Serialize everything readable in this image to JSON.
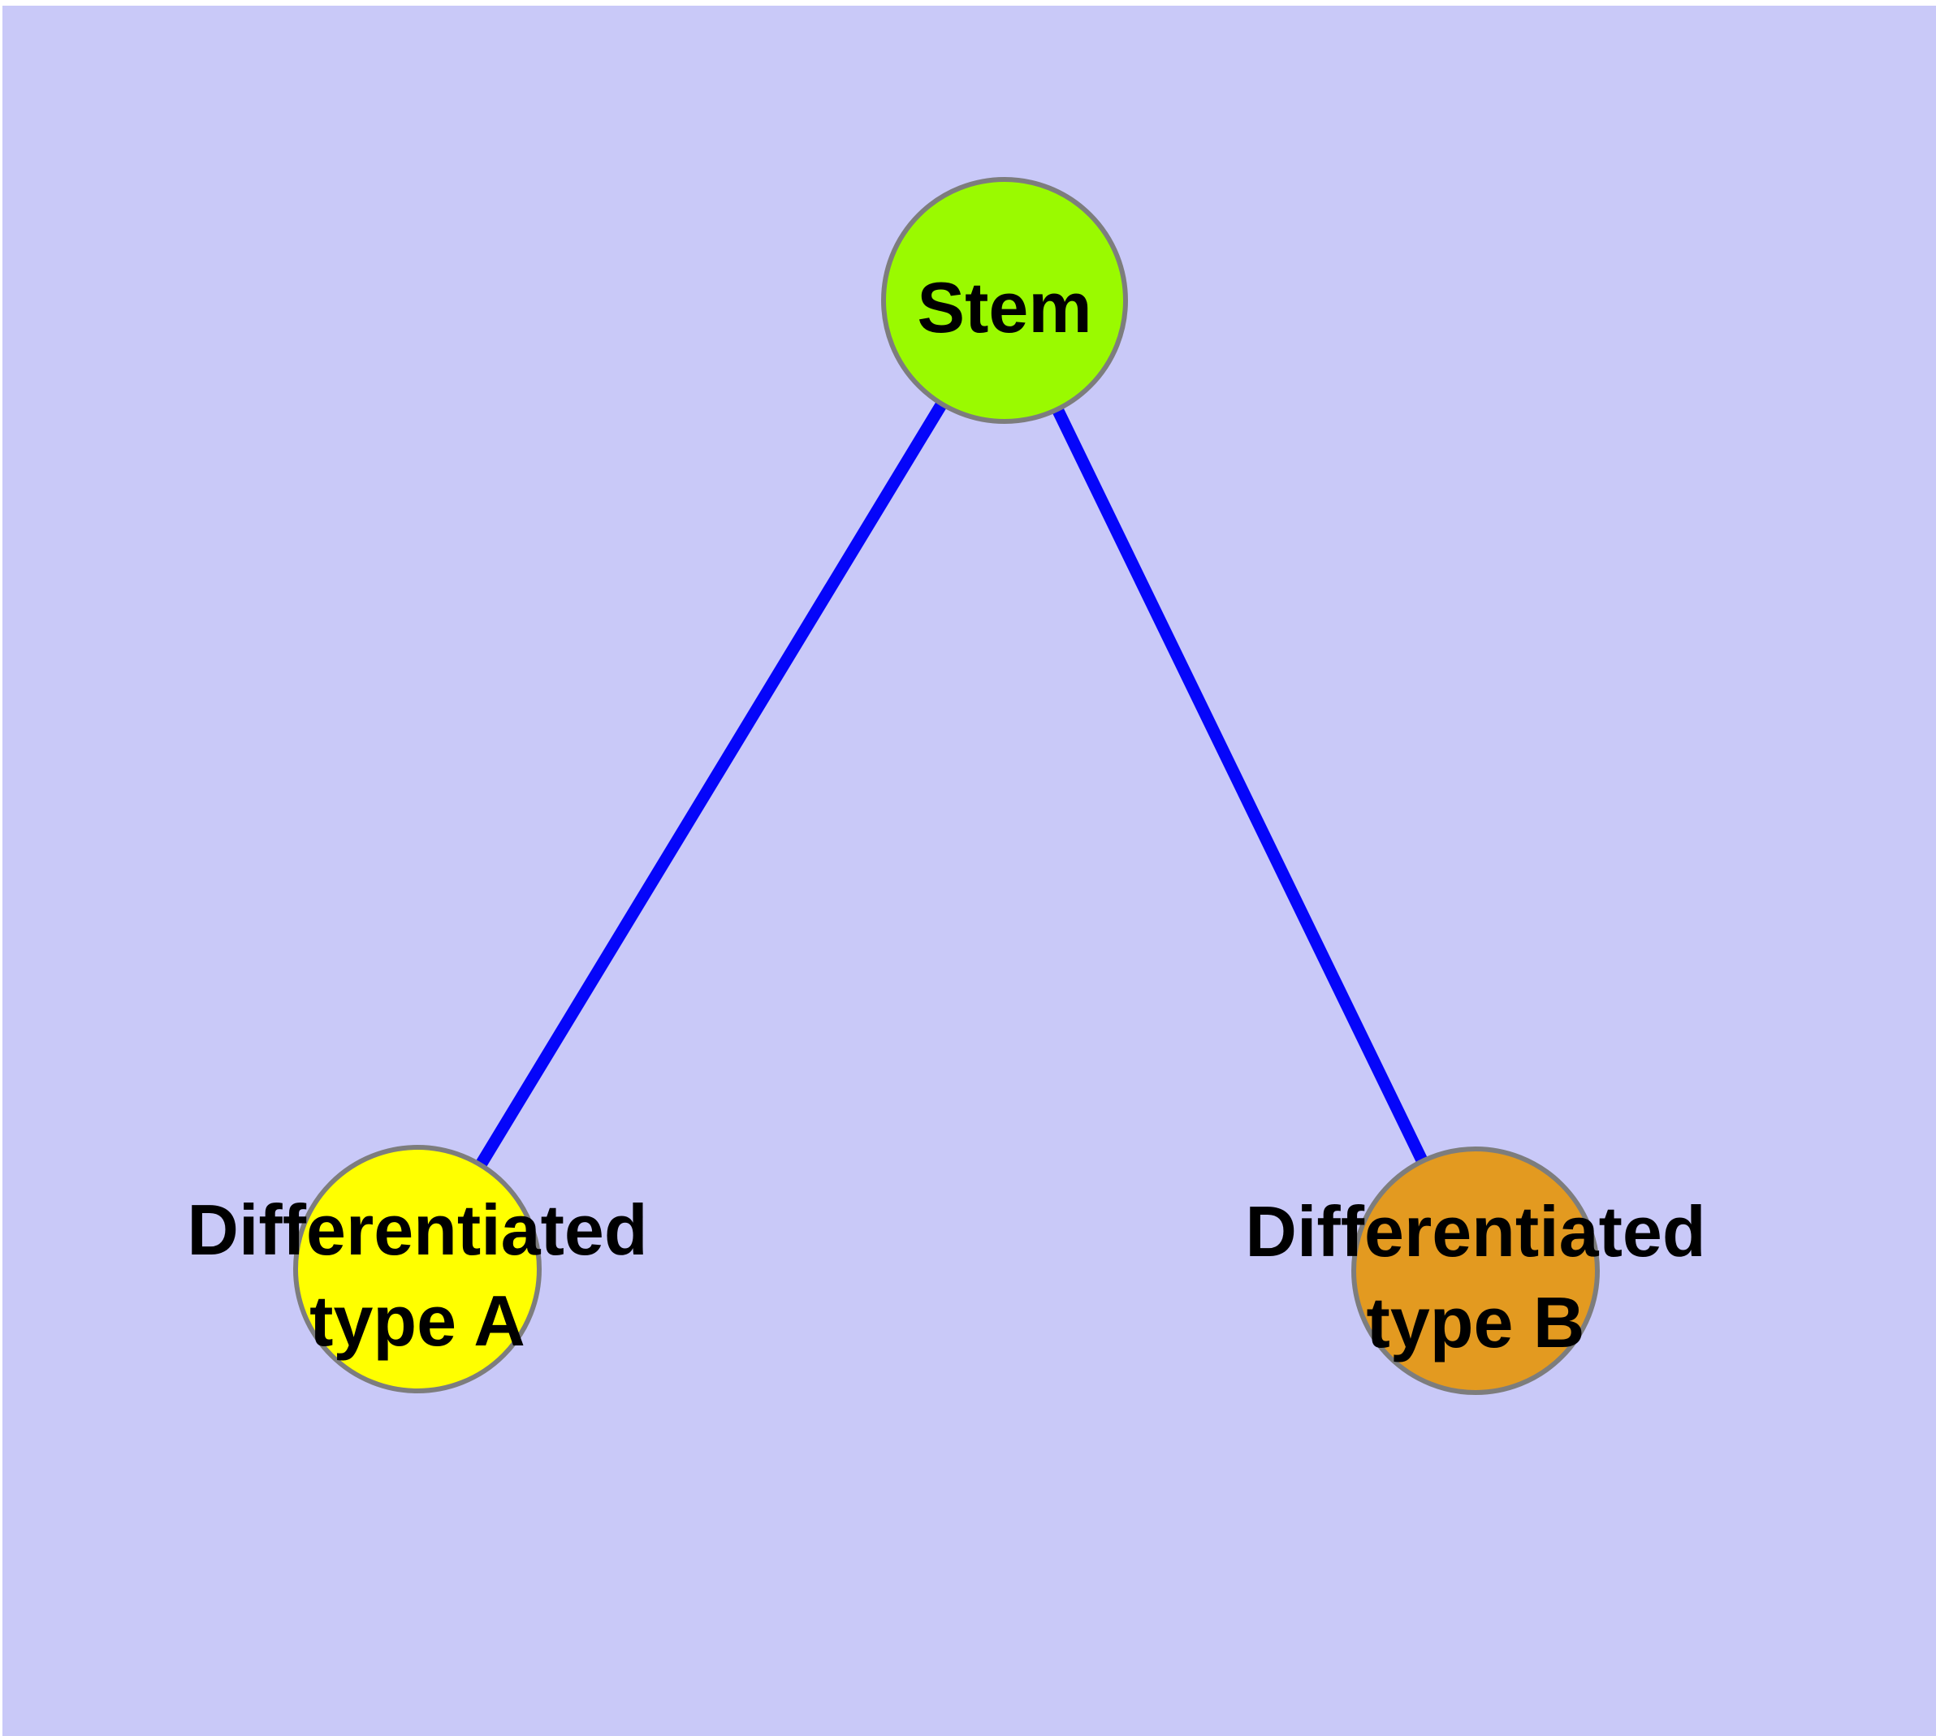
{
  "canvas": {
    "frame_color": "#ffffff",
    "background_color": "#c9c9f8"
  },
  "text_color": "#000000",
  "nodes": {
    "stem": {
      "label": "Stem",
      "fill": "#9afa00",
      "border": "#7d7d7d"
    },
    "type_a": {
      "label_line1": "Differentiated",
      "label_line2": "type A",
      "fill": "#ffff00",
      "border": "#7d7d7d"
    },
    "type_b": {
      "label_line1": "Differentiated",
      "label_line2": "type B",
      "fill": "#e39a20",
      "border": "#7d7d7d"
    }
  },
  "edges": {
    "color": "#0505fa",
    "stroke_width": 15,
    "items": [
      {
        "from": "Stem",
        "to": "Differentiated type A"
      },
      {
        "from": "Stem",
        "to": "Differentiated type B"
      }
    ]
  }
}
